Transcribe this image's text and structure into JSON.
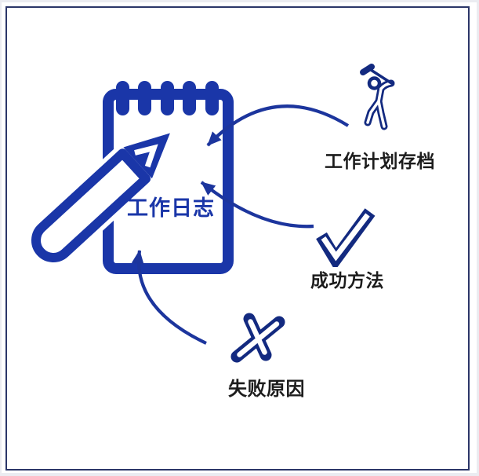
{
  "colors": {
    "blue": "#1a36a8",
    "arrow": "#1c359d",
    "navy": "#132a80",
    "label": "#1c1c1c",
    "frame": "#2b3668",
    "edge": "#ebecf1"
  },
  "diagram": {
    "center": {
      "label": "工作日志",
      "icon": "notepad-pencil-icon"
    },
    "nodes": [
      {
        "id": "archive",
        "label": "工作计划存档",
        "icon": "golfer-icon"
      },
      {
        "id": "success",
        "label": "成功方法",
        "icon": "checkmark-icon"
      },
      {
        "id": "failure",
        "label": "失败原因",
        "icon": "cross-icon"
      }
    ]
  }
}
